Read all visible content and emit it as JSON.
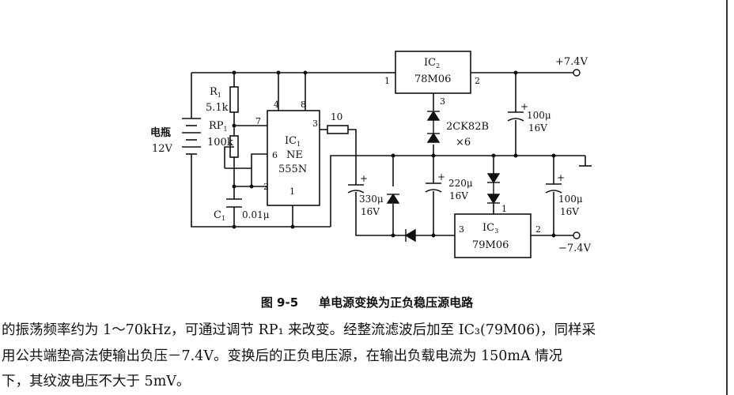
{
  "schematic": {
    "ic1": {
      "name": "IC",
      "sub": "1",
      "line2": "NE",
      "line3": "555N",
      "pin7": "7",
      "pin4": "4",
      "pin8": "8",
      "pin3": "3",
      "pin6": "6",
      "pin2": "2",
      "pin1": "1"
    },
    "ic2": {
      "name": "IC",
      "sub": "2",
      "part": "78M06",
      "pin1": "1",
      "pin2": "2",
      "pin3": "3"
    },
    "ic3": {
      "name": "IC",
      "sub": "3",
      "part": "79M06",
      "pin1": "1",
      "pin2": "2",
      "pin3": "3"
    },
    "battery": {
      "name": "电瓶",
      "voltage": "12V"
    },
    "r1": {
      "name": "R",
      "sub": "1",
      "value": "5.1k"
    },
    "rp1": {
      "name": "RP",
      "sub": "1",
      "value": "100k"
    },
    "c1": {
      "name": "C",
      "sub": "1",
      "value": "0.01μ"
    },
    "r_out": {
      "value": "10"
    },
    "c_330": {
      "value": "330μ",
      "voltage": "16V"
    },
    "c_220": {
      "value": "220μ",
      "voltage": "16V"
    },
    "c_100_top": {
      "value": "100μ",
      "voltage": "16V"
    },
    "c_100_bot": {
      "value": "100μ",
      "voltage": "16V"
    },
    "diodes": {
      "part": "2CK82B",
      "count": "×6"
    },
    "out_pos": "+7.4V",
    "out_neg": "−7.4V"
  },
  "caption": {
    "number": "图 9-5",
    "title": "单电源变换为正负稳压源电路"
  },
  "paragraph": {
    "line1": "的振荡频率约为 1～70kHz，可通过调节 RP₁ 来改变。经整流滤波后加至 IC₃(79M06)，同样采",
    "line2": "用公共端垫高法使输出负压－7.4V。变换后的正负电压源，在输出负载电流为 150mA 情况",
    "line3": "下，其纹波电压不大于 5mV。"
  }
}
